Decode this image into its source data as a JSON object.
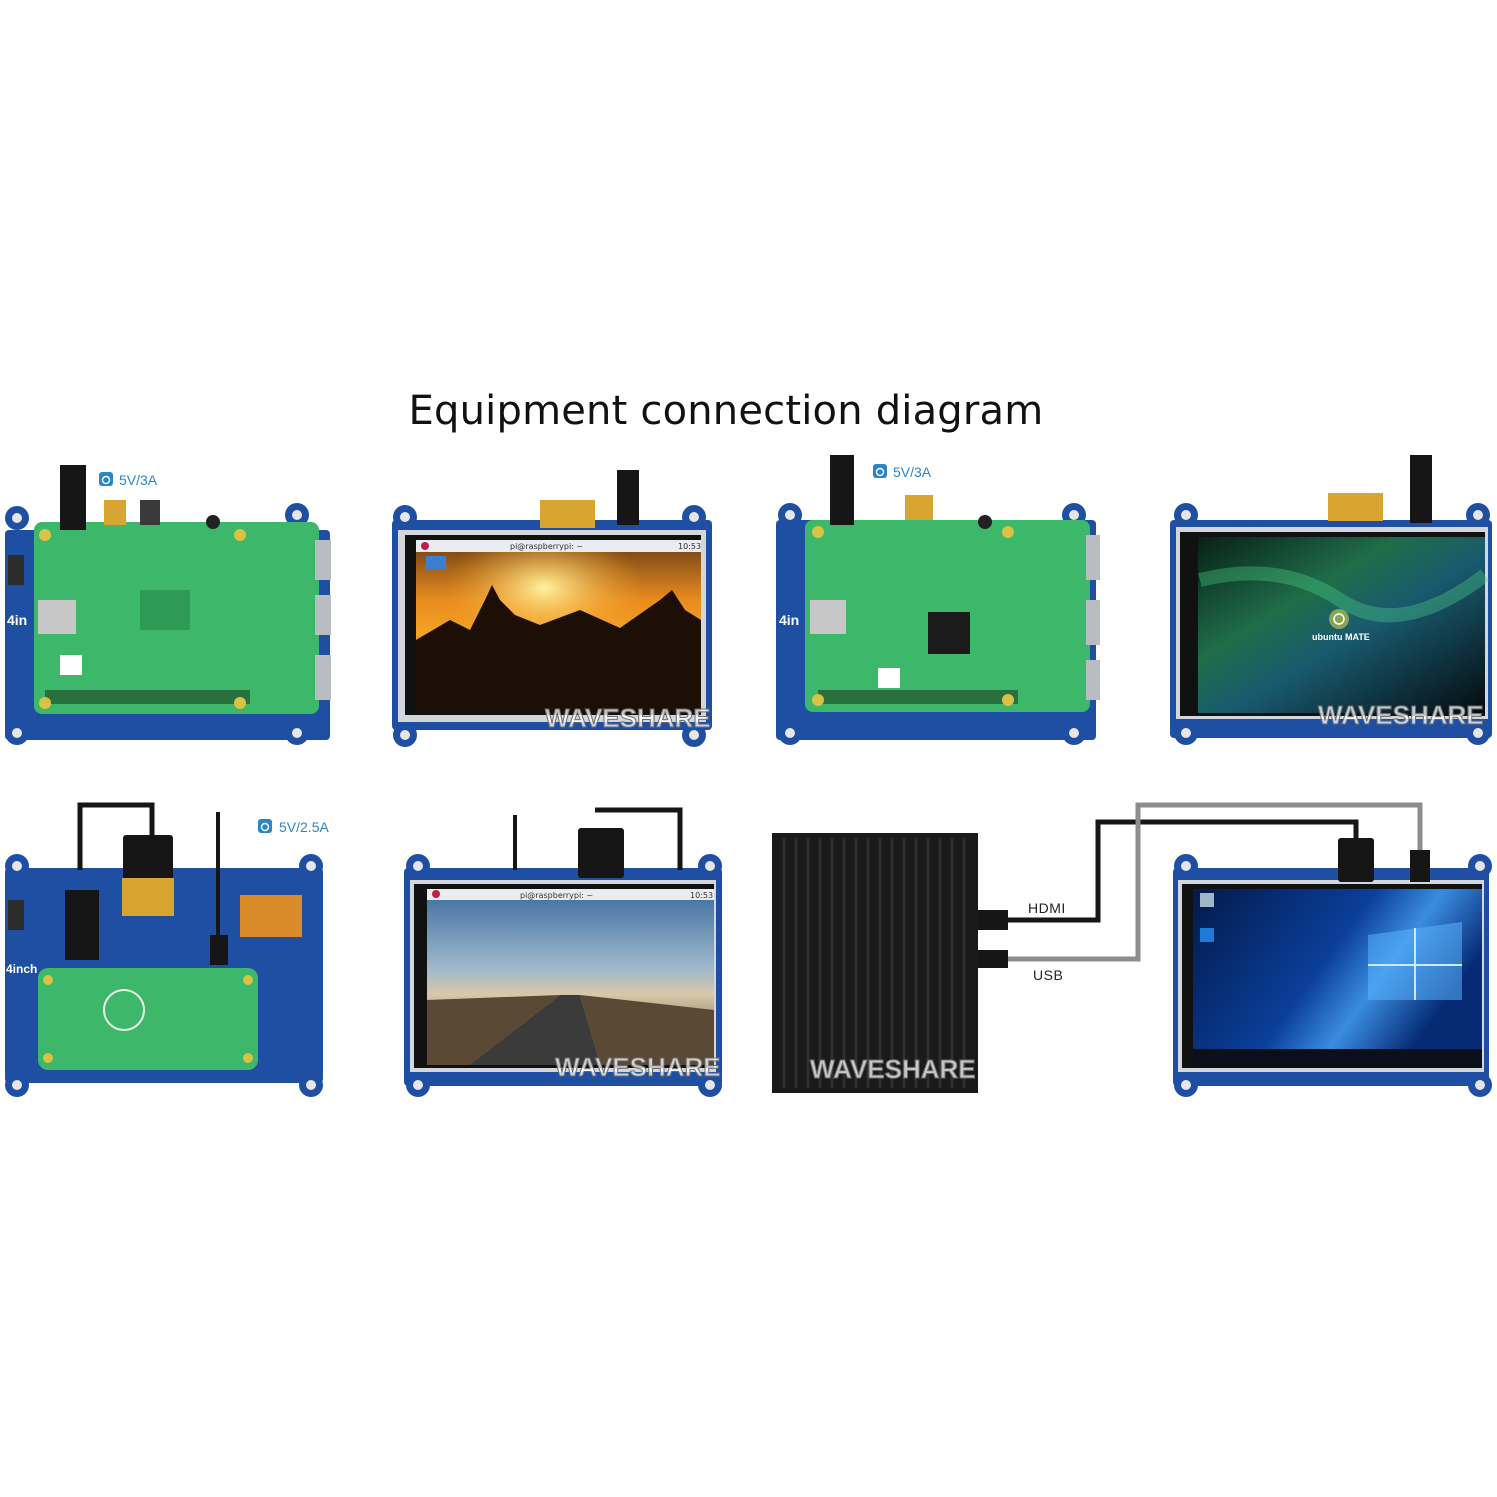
{
  "title": "Equipment connection diagram",
  "power_labels": {
    "pi4_back": "5V/3A",
    "pi3_back": "5V/3A",
    "pi_zero_back": "5V/2.5A"
  },
  "port_labels": {
    "hdmi": "HDMI",
    "usb": "USB"
  },
  "watermark": "WAVESHARE",
  "screen_texts": {
    "pi_terminal_top": "pi@raspberrypi: ~",
    "pi_clock_top": "10:53",
    "pi_terminal_bottom": "pi@raspberrypi: ~",
    "pi_clock_bottom": "10:53",
    "ubuntu_logo": "ubuntu MATE"
  },
  "board_texts": {
    "size_label": "4in",
    "size_label_zero": "4inch",
    "brand": "Waveshare"
  },
  "colors": {
    "pcb_green": "#3db86a",
    "lcd_blue": "#1f4fa3",
    "cable_black": "#161616",
    "cable_gray": "#8d8d8d",
    "power_blue": "#2a86c6"
  },
  "icons": [
    "power-icon",
    "raspberry-pi-logo-icon",
    "ubuntu-logo-icon",
    "windows-logo-icon"
  ]
}
